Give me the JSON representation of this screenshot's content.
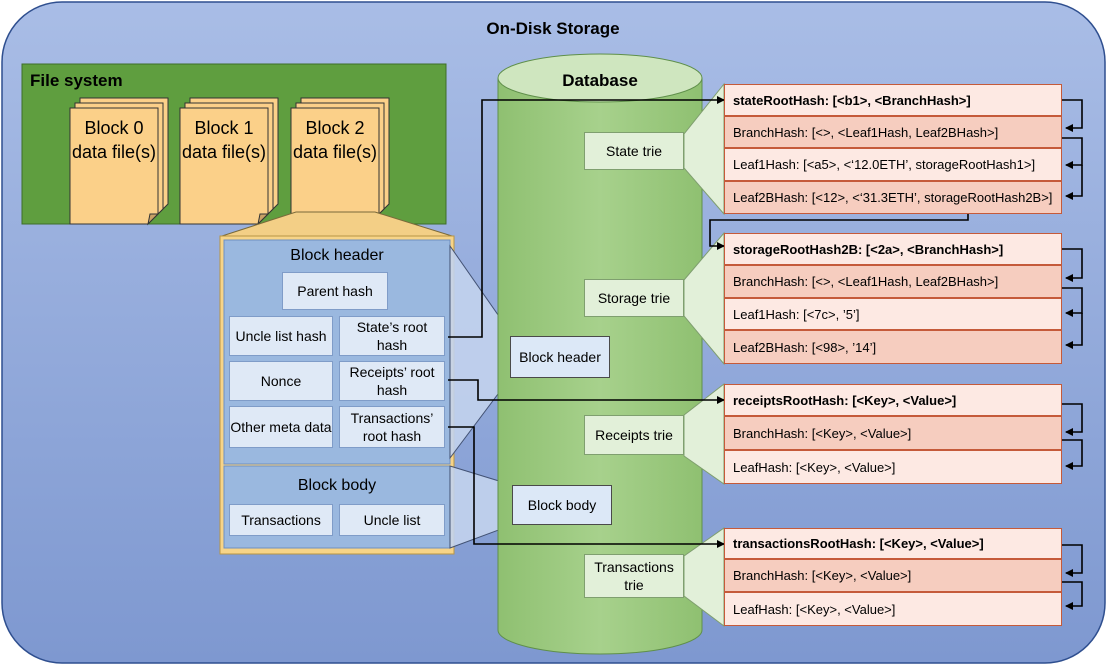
{
  "title": "On-Disk Storage",
  "file_system": {
    "label": "File system",
    "files": [
      {
        "label": "Block 0 data file(s)"
      },
      {
        "label": "Block 1 data file(s)"
      },
      {
        "label": "Block 2 data file(s)"
      }
    ]
  },
  "database": {
    "label": "Database"
  },
  "block_header": {
    "title": "Block header",
    "cells": {
      "parent": "Parent hash",
      "uncle_list_hash": "Uncle list hash",
      "state_root": "State’s root hash",
      "nonce": "Nonce",
      "receipts_root": "Receipts’ root hash",
      "other_meta": "Other meta data",
      "tx_root": "Transactions’ root hash"
    }
  },
  "block_body": {
    "title": "Block body",
    "cells": {
      "transactions": "Transactions",
      "uncle_list": "Uncle list"
    }
  },
  "callouts": {
    "block_header": "Block header",
    "block_body": "Block body"
  },
  "tries": [
    {
      "label": "State trie",
      "rows": [
        "stateRootHash: [<b1>, <BranchHash>]",
        "BranchHash: [<>, <Leaf1Hash, Leaf2BHash>]",
        "Leaf1Hash: [<a5>, <‘12.0ETH’, storageRootHash1>]",
        "Leaf2BHash: [<12>, <‘31.3ETH’, storageRootHash2B>]"
      ]
    },
    {
      "label": "Storage trie",
      "rows": [
        "storageRootHash2B: [<2a>, <BranchHash>]",
        "BranchHash: [<>, <Leaf1Hash, Leaf2BHash>]",
        "Leaf1Hash: [<7c>, ’5’]",
        "Leaf2BHash: [<98>, ’14’]"
      ]
    },
    {
      "label": "Receipts trie",
      "rows": [
        "receiptsRootHash: [<Key>, <Value>]",
        "BranchHash: [<Key>, <Value>]",
        "LeafHash: [<Key>, <Value>]"
      ]
    },
    {
      "label": "Transactions trie",
      "rows": [
        "transactionsRootHash: [<Key>, <Value>]",
        "BranchHash: [<Key>, <Value>]",
        "LeafHash: [<Key>, <Value>]"
      ]
    }
  ],
  "colors": {
    "outer_fill": "#8fa7d9",
    "file_system_fill": "#5f9e3f",
    "file_fill": "#fbd089",
    "database_fill": "#9fcb83",
    "row_light": "#fde9e3",
    "row_dark": "#f6cdbf"
  }
}
